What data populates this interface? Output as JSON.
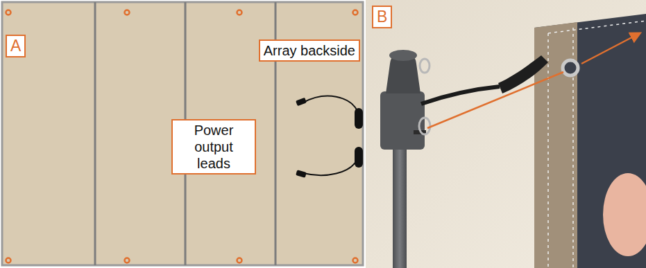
{
  "diagram": {
    "nodes": [
      {
        "text": [
          "A"
        ]
      },
      {
        "text": [
          "Array backside"
        ]
      },
      {
        "text": [
          "Power output leads"
        ]
      },
      {
        "text": [
          "B"
        ]
      }
    ]
  }
}
